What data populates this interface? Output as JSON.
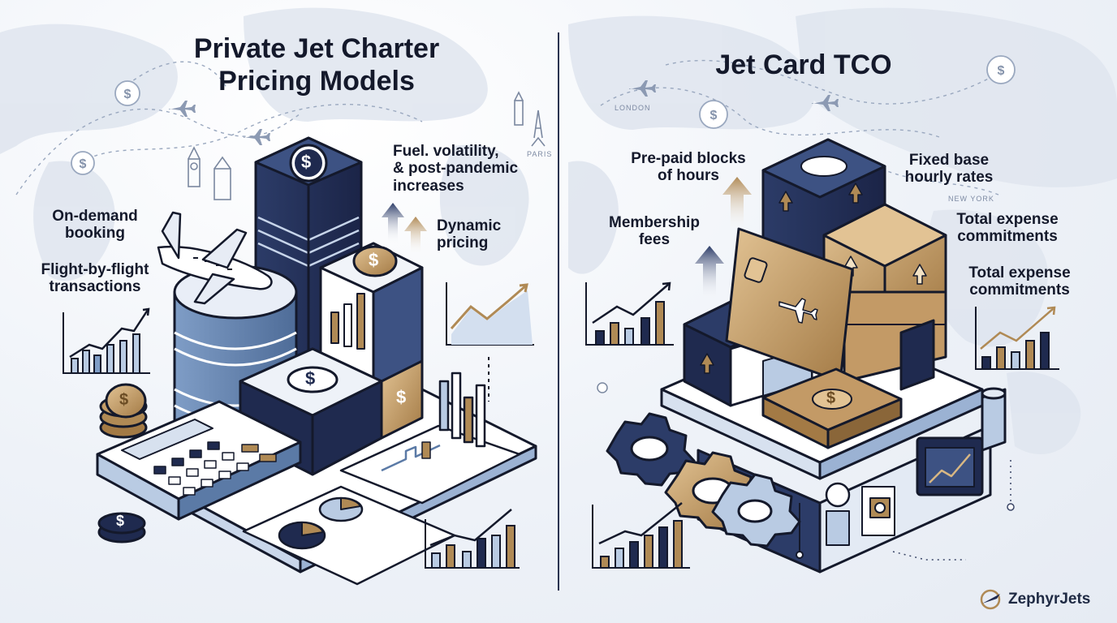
{
  "left_panel": {
    "title_line1": "Private Jet Charter",
    "title_line2": "Pricing Models",
    "labels": {
      "on_demand_line1": "On-demand",
      "on_demand_line2": "booking",
      "flight_line1": "Flight-by-flight",
      "flight_line2": "transactions",
      "fuel_line1": "Fuel. volatility,",
      "fuel_line2": "& post-pandemic",
      "fuel_line3": "increases",
      "dynamic_line1": "Dynamic",
      "dynamic_line2": "pricing"
    },
    "cities": {
      "paris": "PARIS"
    }
  },
  "right_panel": {
    "title": "Jet Card TCO",
    "labels": {
      "prepaid_line1": "Pre-paid blocks",
      "prepaid_line2": "of hours",
      "membership_line1": "Membership",
      "membership_line2": "fees",
      "fixed_line1": "Fixed base",
      "fixed_line2": "hourly rates",
      "total1_line1": "Total expense",
      "total1_line2": "commitments",
      "total2_line1": "Total expense",
      "total2_line2": "commitments"
    },
    "cities": {
      "london": "LONDON",
      "new_york": "NEW YORK"
    }
  },
  "brand": {
    "name": "ZephyrJets"
  },
  "colors": {
    "navy": "#1f2a4f",
    "steel_blue": "#5b7aa6",
    "light_blue": "#b9cbe3",
    "gold": "#b08a55",
    "light_gold": "#d8b783",
    "outline": "#14192b",
    "background": "#eef2f8"
  },
  "icons": [
    "dollar-coin-icon",
    "airplane-icon",
    "calculator-icon",
    "credit-card-icon",
    "gear-icon",
    "bar-chart-icon",
    "pie-chart-icon",
    "arrow-up-icon",
    "big-ben-icon",
    "eiffel-tower-icon"
  ]
}
